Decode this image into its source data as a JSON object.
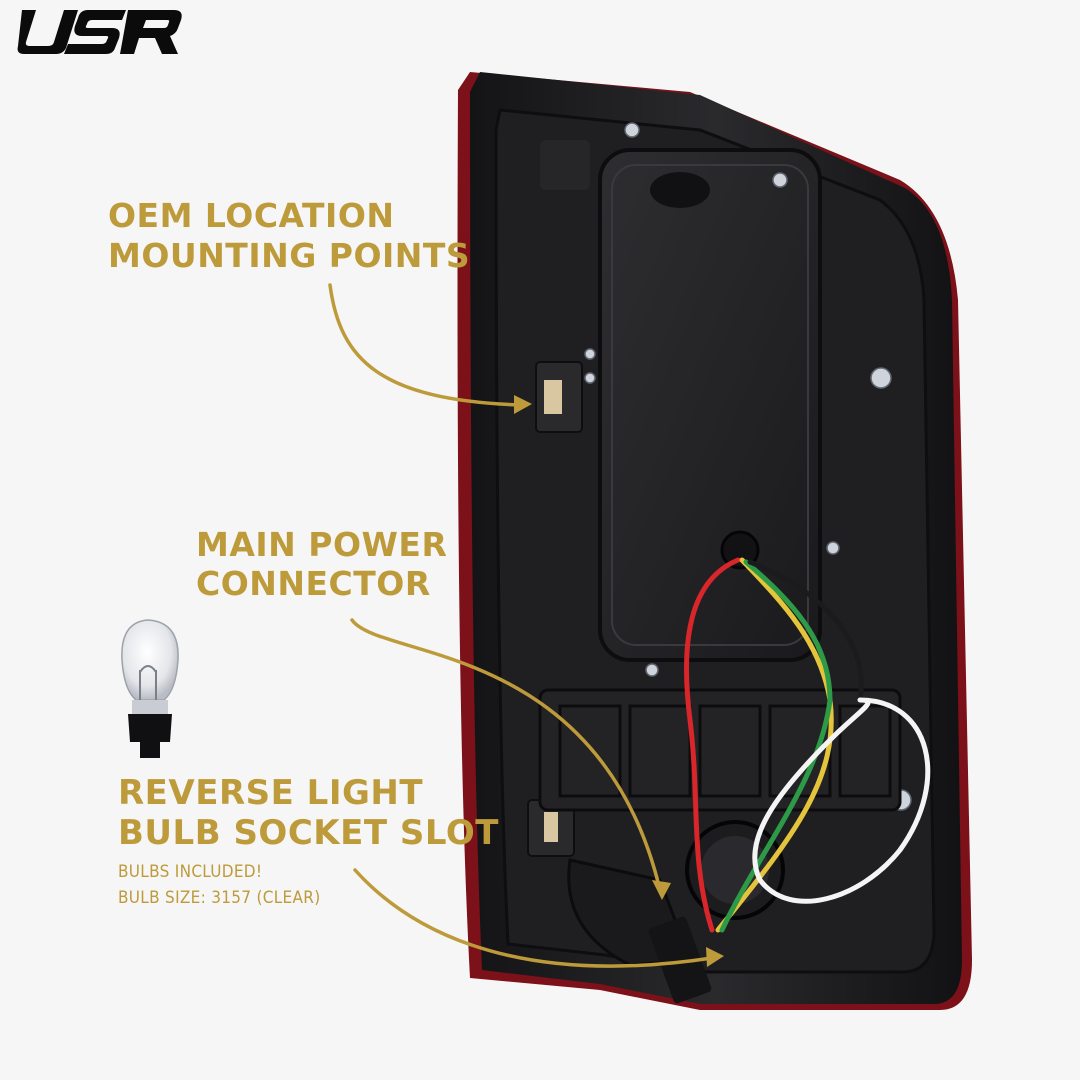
{
  "brand": {
    "logo_text": "USR",
    "accent_color": "#bd9a3a"
  },
  "callouts": {
    "mounting": {
      "line1": "OEM LOCATION",
      "line2": "MOUNTING POINTS"
    },
    "power": {
      "line1": "MAIN POWER",
      "line2": "CONNECTOR"
    },
    "reverse": {
      "line1": "REVERSE LIGHT",
      "line2": "BULB SOCKET SLOT",
      "note1": "BULBS INCLUDED!",
      "note2": "BULB SIZE: 3157 (CLEAR)"
    }
  },
  "colors": {
    "housing": "#1c1c1e",
    "lens_red": "#8e1a22",
    "wire_red": "#d8262a",
    "wire_yellow": "#e3c43a",
    "wire_green": "#2d9a48",
    "wire_white": "#f4f4f4"
  },
  "icons": [
    "usr-logo",
    "tail-light-product",
    "bulb-3157-icon"
  ]
}
